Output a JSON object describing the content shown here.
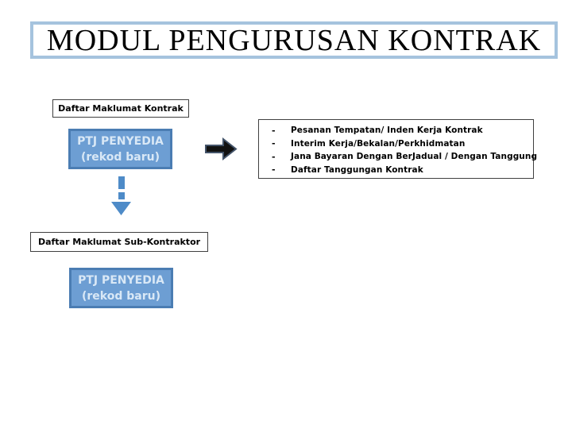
{
  "title": "MODUL PENGURUSAN KONTRAK",
  "colors": {
    "title_border": "#a5c3de",
    "label_border": "#3f3f3f",
    "ptj_fill": "#6d9ed3",
    "ptj_border": "#4b7db3",
    "ptj_text": "#d9e8f6",
    "list_border": "#404040",
    "down_arrow": "#4e8bc8",
    "right_arrow_fill": "#121212",
    "right_arrow_stroke": "#44546a",
    "text": "#000000",
    "background": "#ffffff"
  },
  "diagram": {
    "kontrak_label": "Daftar Maklumat Kontrak",
    "ptj_top": {
      "line1": "PTJ PENYEDIA",
      "line2": "(rekod baru)"
    },
    "bullet_char": "-",
    "list_items": [
      "Pesanan Tempatan/ Inden Kerja Kontrak",
      "Interim Kerja/Bekalan/Perkhidmatan",
      "Jana Bayaran Dengan BerJadual / Dengan Tanggung",
      "Daftar Tanggungan Kontrak"
    ],
    "sub_label": "Daftar Maklumat Sub-Kontraktor",
    "ptj_bottom": {
      "line1": "PTJ PENYEDIA",
      "line2": "(rekod baru)"
    },
    "icons": {
      "right_arrow": "right-block-arrow",
      "down_arrow": "down-dashed-arrow"
    }
  }
}
